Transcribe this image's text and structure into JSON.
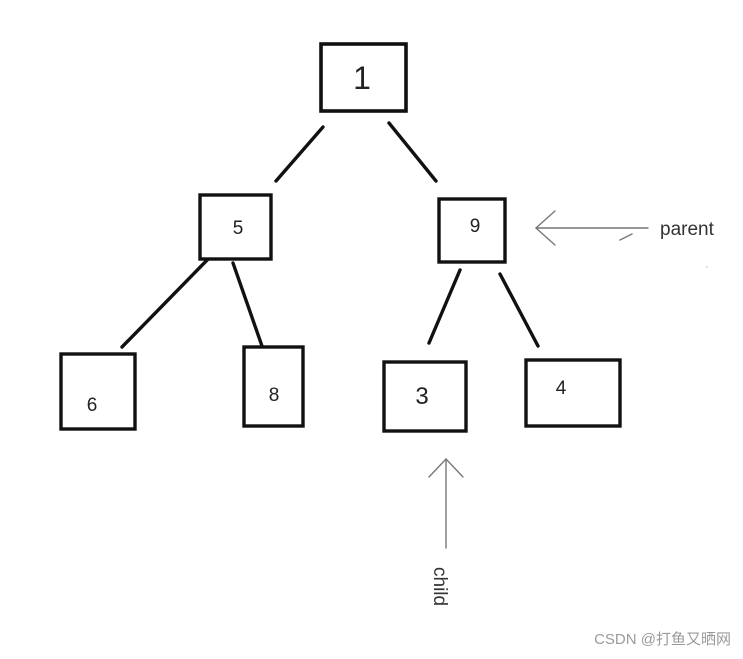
{
  "diagram": {
    "nodes": [
      {
        "id": "n1",
        "label": "1"
      },
      {
        "id": "n5",
        "label": "5"
      },
      {
        "id": "n9",
        "label": "9"
      },
      {
        "id": "n6",
        "label": "6"
      },
      {
        "id": "n8",
        "label": "8"
      },
      {
        "id": "n3",
        "label": "3"
      },
      {
        "id": "n4",
        "label": "4"
      }
    ],
    "edges": [
      {
        "from": "1",
        "to": "5"
      },
      {
        "from": "1",
        "to": "9"
      },
      {
        "from": "5",
        "to": "6"
      },
      {
        "from": "5",
        "to": "8"
      },
      {
        "from": "9",
        "to": "3"
      },
      {
        "from": "9",
        "to": "4"
      }
    ],
    "annotations": {
      "parent_label": "parent",
      "child_label": "child"
    }
  },
  "watermark": "CSDN @打鱼又晒网"
}
